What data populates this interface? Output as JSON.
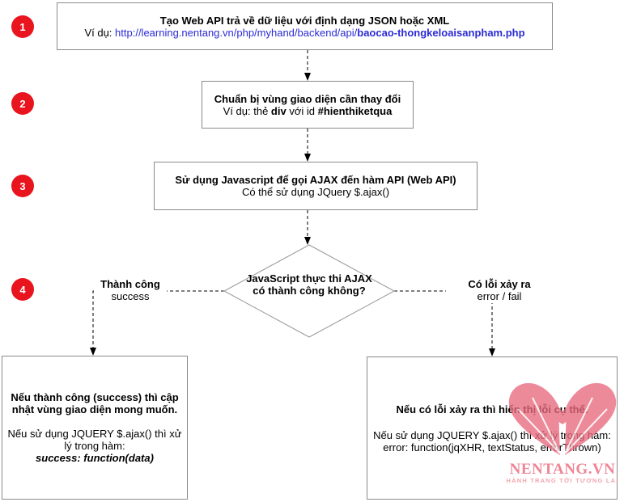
{
  "steps": [
    "1",
    "2",
    "3",
    "4"
  ],
  "box1": {
    "title": "Tạo Web API trả về dữ liệu với định dạng JSON hoặc XML",
    "example_label": "Ví dụ: ",
    "url": "http://learning.nentang.vn/php/myhand/backend/api/",
    "url_file": "baocao-thongkeloaisanpham.php"
  },
  "box2": {
    "title": "Chuẩn bị vùng giao diện cần thay đổi",
    "example_prefix": "Ví dụ: thẻ ",
    "tag": "div",
    "middle": " với id ",
    "element_id": "#hienthiketqua"
  },
  "box3": {
    "title": "Sử dụng Javascript để gọi AJAX đến hàm API (Web API)",
    "subtitle": "Có thể sử dụng JQuery $.ajax()"
  },
  "decision": {
    "question": "JavaScript thực thi AJAX có thành công không?"
  },
  "branch_success": {
    "label": "Thành công",
    "sublabel": "success"
  },
  "branch_error": {
    "label": "Có lỗi xảy ra",
    "sublabel": "error / fail"
  },
  "box_success": {
    "line1": "Nếu thành công (success) thì cập nhật vùng giao diện mong muốn.",
    "line2": "Nếu sử dụng JQUERY $.ajax() thì xử lý trong hàm:",
    "line3": "success: function(data)"
  },
  "box_error": {
    "line1": "Nếu có lỗi xảy ra thì hiển thị lỗi cụ thể.",
    "line2": "Nếu sử dụng JQUERY $.ajax() thì xử lý trong hàm:",
    "line3": "error: function(jqXHR, textStatus, errorThrown)"
  },
  "watermark": {
    "brand": "NENTANG.VN",
    "tagline": "HÀNH TRANG TỚI TƯƠNG LAI"
  },
  "colors": {
    "accent_red": "#e8141e",
    "link_blue": "#2b2bd5",
    "border_gray": "#8a8a8a",
    "watermark_pink": "#e96a7e"
  }
}
